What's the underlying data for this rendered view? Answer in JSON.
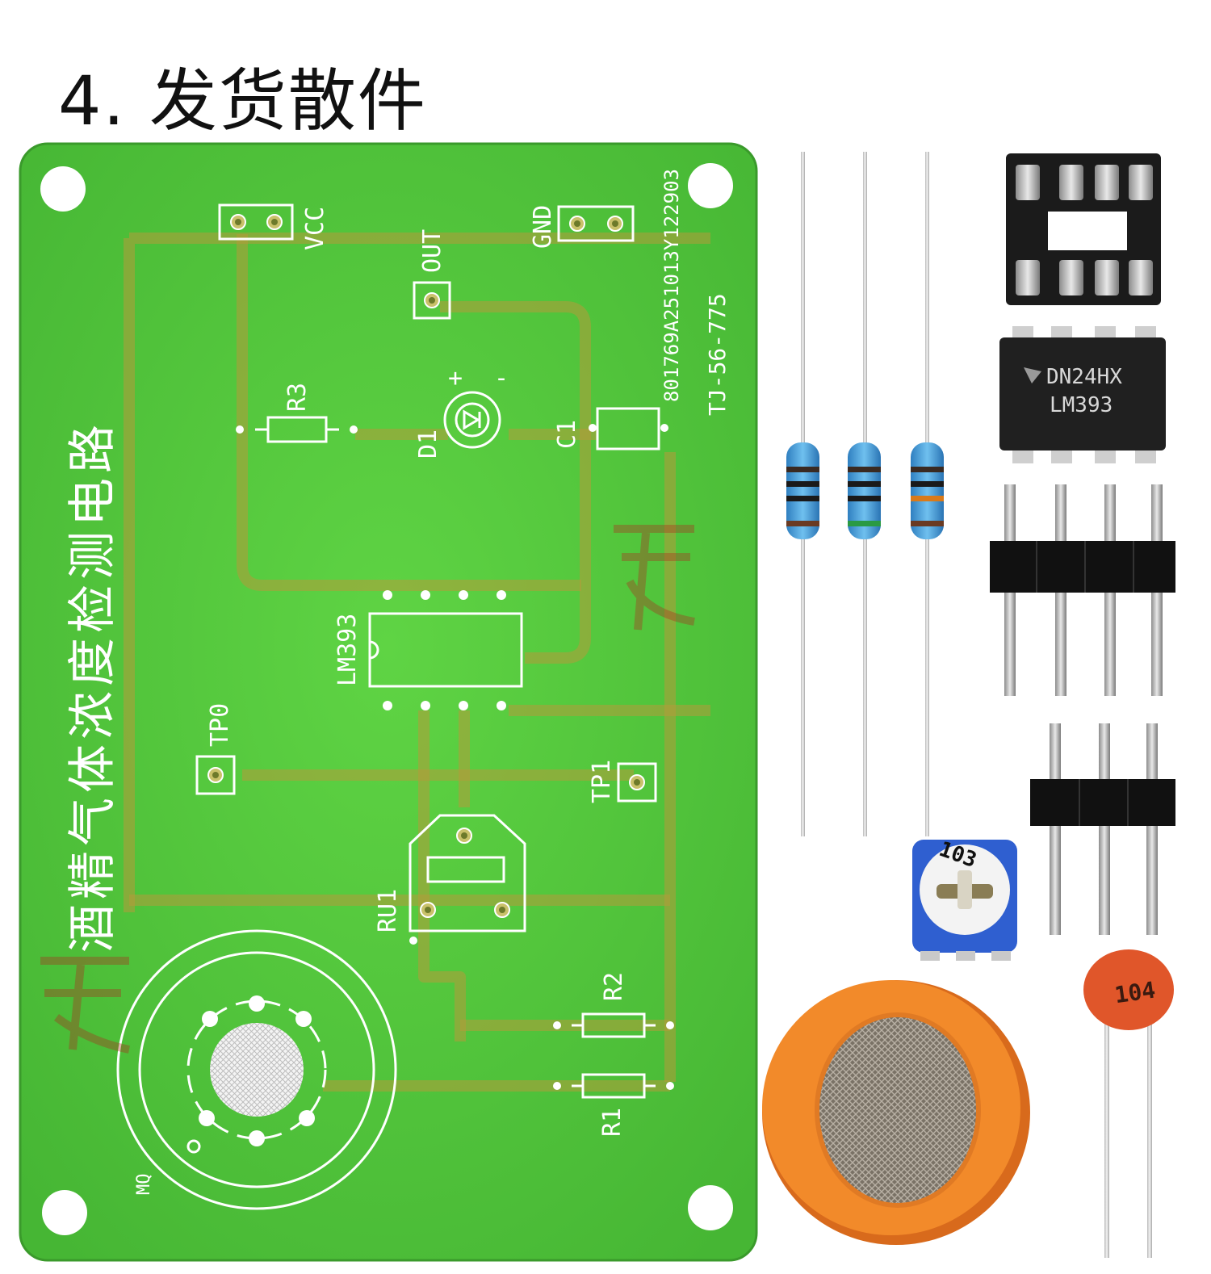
{
  "title": "4. 发货散件",
  "pcb": {
    "board_title": "酒精气体浓度检测电路",
    "labels": {
      "vcc": "VCC",
      "gnd": "GND",
      "out": "OUT",
      "r3": "R3",
      "d1": "D1",
      "c1": "C1",
      "ic": "LM393",
      "tp0": "TP0",
      "tp1": "TP1",
      "ru1": "RU1",
      "r2": "R2",
      "r1": "R1",
      "mq": "MQ",
      "serial": "801769A251013Y122903",
      "model": "TJ-56-775",
      "plus": "+",
      "minus": "-"
    }
  },
  "parts": {
    "chip_line1": "DN24HX",
    "chip_line2": "LM393",
    "pot_code": "103",
    "cap_code": "104"
  },
  "colors": {
    "board": "#4fc43a",
    "sensor_ring": "#f28a2a",
    "capacitor": "#e0562a",
    "pot": "#2f5fd0"
  }
}
